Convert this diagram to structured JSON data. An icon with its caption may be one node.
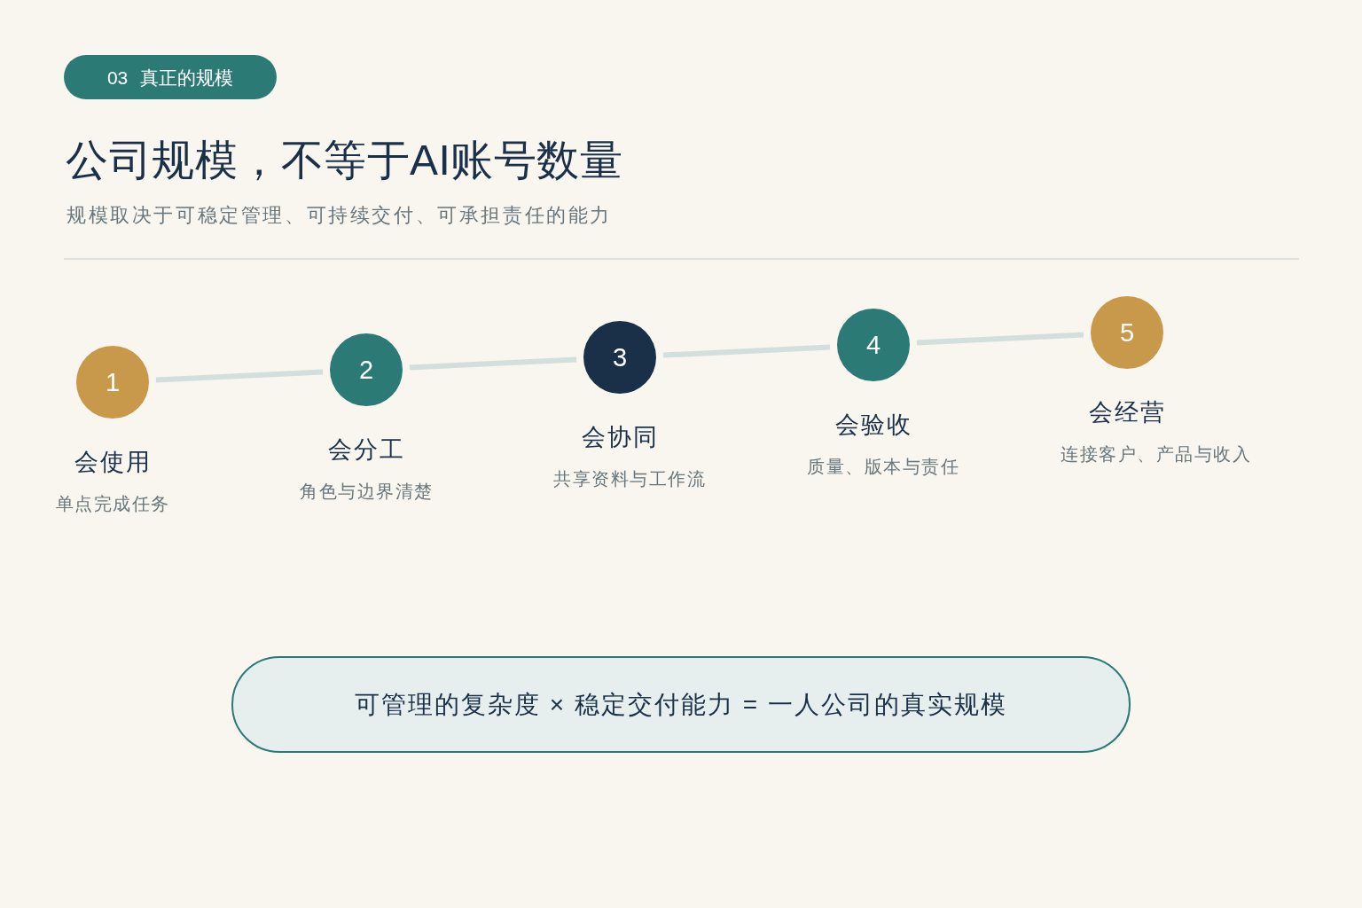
{
  "diagram": {
    "title": "公司规模，不等于AI账号数量",
    "nodes": [
      {
        "text": [
          "03 真正的规模"
        ]
      },
      {
        "text": [
          "1"
        ],
        "beside": [
          "会使用",
          "单点完成任务"
        ]
      },
      {
        "text": [
          "2"
        ],
        "beside": [
          "会分工",
          "角色与边界清楚"
        ]
      },
      {
        "text": [
          "3"
        ],
        "beside": [
          "会协同",
          "共享资料与工作流"
        ]
      },
      {
        "text": [
          "4"
        ],
        "beside": [
          "会验收",
          "质量、版本与责任"
        ]
      },
      {
        "text": [
          "5"
        ],
        "beside": [
          "会经营",
          "连接客户、产品与收入"
        ]
      },
      {
        "text": [
          "可管理的复杂度 × 稳定交付能力 = 一人公司的真实规模"
        ]
      }
    ],
    "edges": [
      {
        "from": 1,
        "to": 2,
        "arrow": "none"
      },
      {
        "from": 2,
        "to": 3,
        "arrow": "none"
      },
      {
        "from": 3,
        "to": 4,
        "arrow": "none"
      },
      {
        "from": 4,
        "to": 5,
        "arrow": "none"
      }
    ],
    "labels": [
      "规模取决于可稳定管理、可持续交付、可承担责任的能力"
    ]
  }
}
